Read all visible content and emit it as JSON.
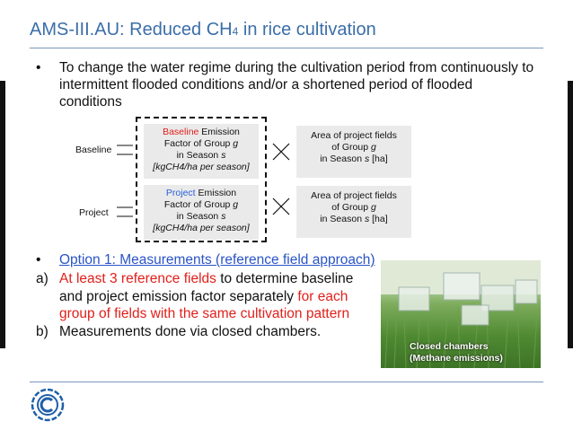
{
  "slide": {
    "title_main": "AMS-III.AU: Reduced CH",
    "title_sub": "4",
    "title_end": " in rice cultivation",
    "bullet1": "To change the water regime during the cultivation period from continuously to intermittent flooded conditions and/or a shortened period of flooded conditions"
  },
  "diagram": {
    "baseline_label": "Baseline",
    "project_label": "Project",
    "baseline_box": {
      "word": "Baseline",
      "rest1": " Emission",
      "line2a": "Factor of Group ",
      "g": "g",
      "line3a": "in Season ",
      "s": "s",
      "line4": "[kgCH4/ha per season]"
    },
    "project_box": {
      "word": "Project",
      "rest1": " Emission",
      "line2a": "Factor of Group ",
      "g": "g",
      "line3a": "in Season ",
      "s": "s",
      "line4": "[kgCH4/ha per season]"
    },
    "area_box_1": {
      "line1": "Area of project fields",
      "line2a": "of Group ",
      "g": "g",
      "line3a": "in Season ",
      "s": "s",
      "line3b": " [ha]"
    },
    "area_box_2": {
      "line1": "Area of project fields",
      "line2a": "of Group ",
      "g": "g",
      "line3a": "in Season ",
      "s": "s",
      "line3b": " [ha]"
    }
  },
  "option": {
    "title": "Option 1: Measurements (reference field approach)",
    "a_label": "a)",
    "a_red1": "At least 3 reference fields",
    "a_text1": " to determine baseline and project emission factor separately ",
    "a_red2": "for each group of fields with the same cultivation pattern",
    "b_label": "b)",
    "b_text": "Measurements done via closed chambers."
  },
  "photo": {
    "caption_line1": "Closed chambers",
    "caption_line2": "(Methane emissions)"
  },
  "bullet_glyph": "•"
}
